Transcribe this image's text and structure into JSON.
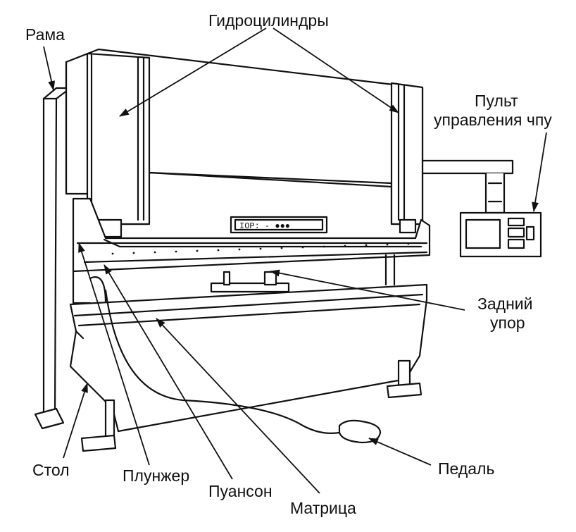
{
  "labels": {
    "frame": "Рама",
    "cylinders": "Гидроцилиндры",
    "cnc_line1": "Пульт",
    "cnc_line2": "управления чпу",
    "backgauge_line1": "Задний",
    "backgauge_line2": "упор",
    "table": "Стол",
    "ram": "Плунжер",
    "punch": "Пуансон",
    "die": "Матрица",
    "pedal": "Педаль"
  },
  "display_text": "IOP: - ●●●"
}
